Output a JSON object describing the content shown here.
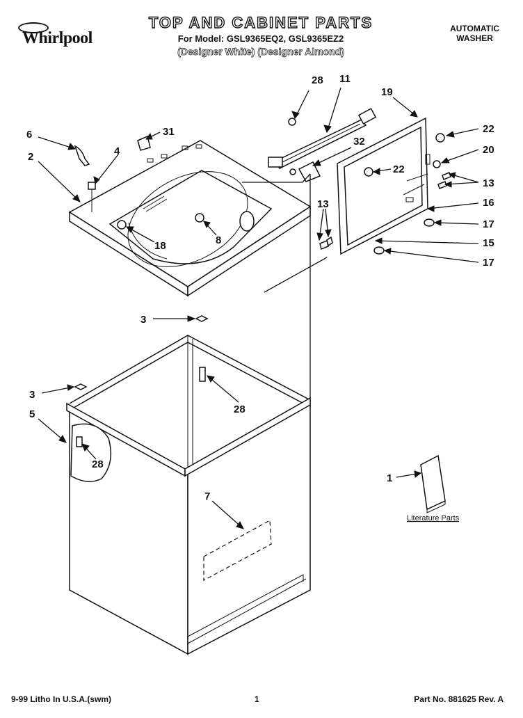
{
  "header": {
    "title": "TOP AND CABINET PARTS",
    "models": "For Model: GSL9365EQ2, GSL9365EZ2",
    "variants": "(Designer White) (Designer Almond)",
    "brand": "Whirlpool",
    "product_line1": "AUTOMATIC",
    "product_line2": "WASHER"
  },
  "callouts": {
    "c28a": "28",
    "c11": "11",
    "c19": "19",
    "c6": "6",
    "c31": "31",
    "c4": "4",
    "c32": "32",
    "c22a": "22",
    "c22b": "22",
    "c20": "20",
    "c2": "2",
    "c13a": "13",
    "c13b": "13",
    "c16": "16",
    "c17a": "17",
    "c17b": "17",
    "c15": "15",
    "c8": "8",
    "c18": "18",
    "c3a": "3",
    "c3b": "3",
    "c28b": "28",
    "c5": "5",
    "c28c": "28",
    "c7": "7",
    "c1": "1"
  },
  "literature_label": "Literature Parts",
  "footer": {
    "left": "9-99 Litho In U.S.A.(swm)",
    "center": "1",
    "right": "Part No. 881625 Rev. A"
  }
}
